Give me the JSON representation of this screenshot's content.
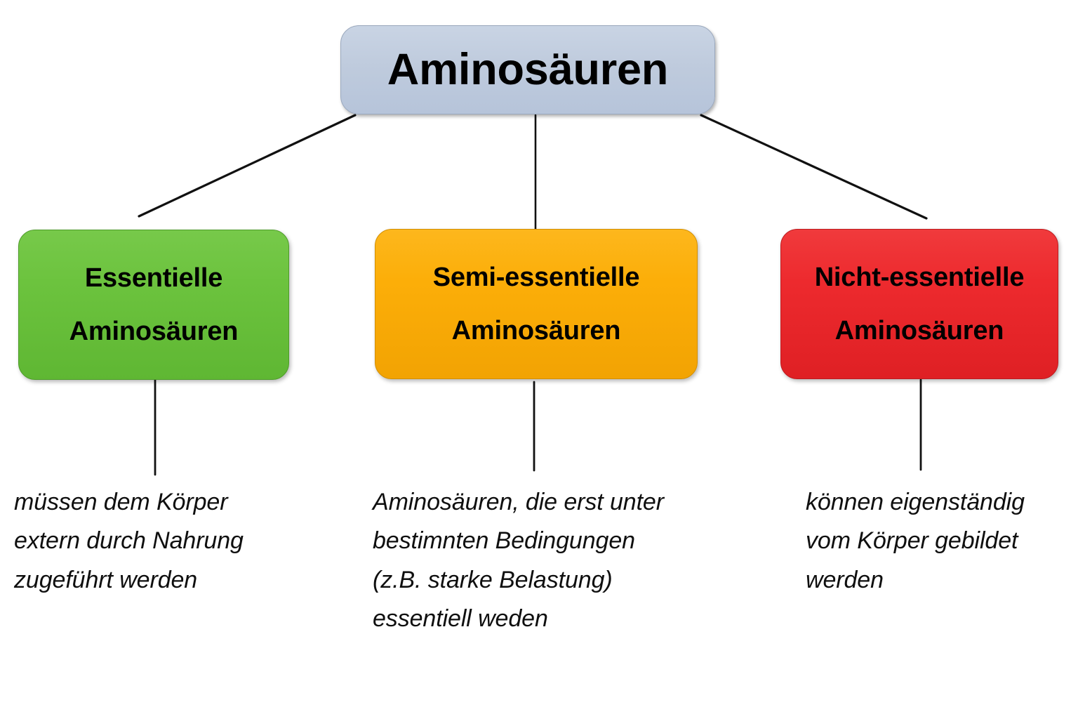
{
  "diagram": {
    "title": "Aminosäuren",
    "background_color": "#ffffff",
    "line_color": "#111111"
  },
  "root": {
    "label": "Aminosäuren",
    "color": "#bfcbdd"
  },
  "branches": [
    {
      "id": "essentielle",
      "label_line1": "Essentielle",
      "label_line2": "Aminosäuren",
      "color": "#6cc33e",
      "caption": "müssen dem Körper\nextern durch Nahrung\nzugeführt werden"
    },
    {
      "id": "semi-essentielle",
      "label_line1": "Semi-essentielle",
      "label_line2": "Aminosäuren",
      "color": "#fcae08",
      "caption": "Aminosäuren, die erst unter\nbestimnten Bedingungen\n(z.B. starke Belastung)\nessentiell weden"
    },
    {
      "id": "nicht-essentielle",
      "label_line1": "Nicht-essentielle",
      "label_line2": "Aminosäuren",
      "color": "#ed2a2e",
      "caption": "können eigenständig\nvom Körper gebildet\nwerden"
    }
  ]
}
